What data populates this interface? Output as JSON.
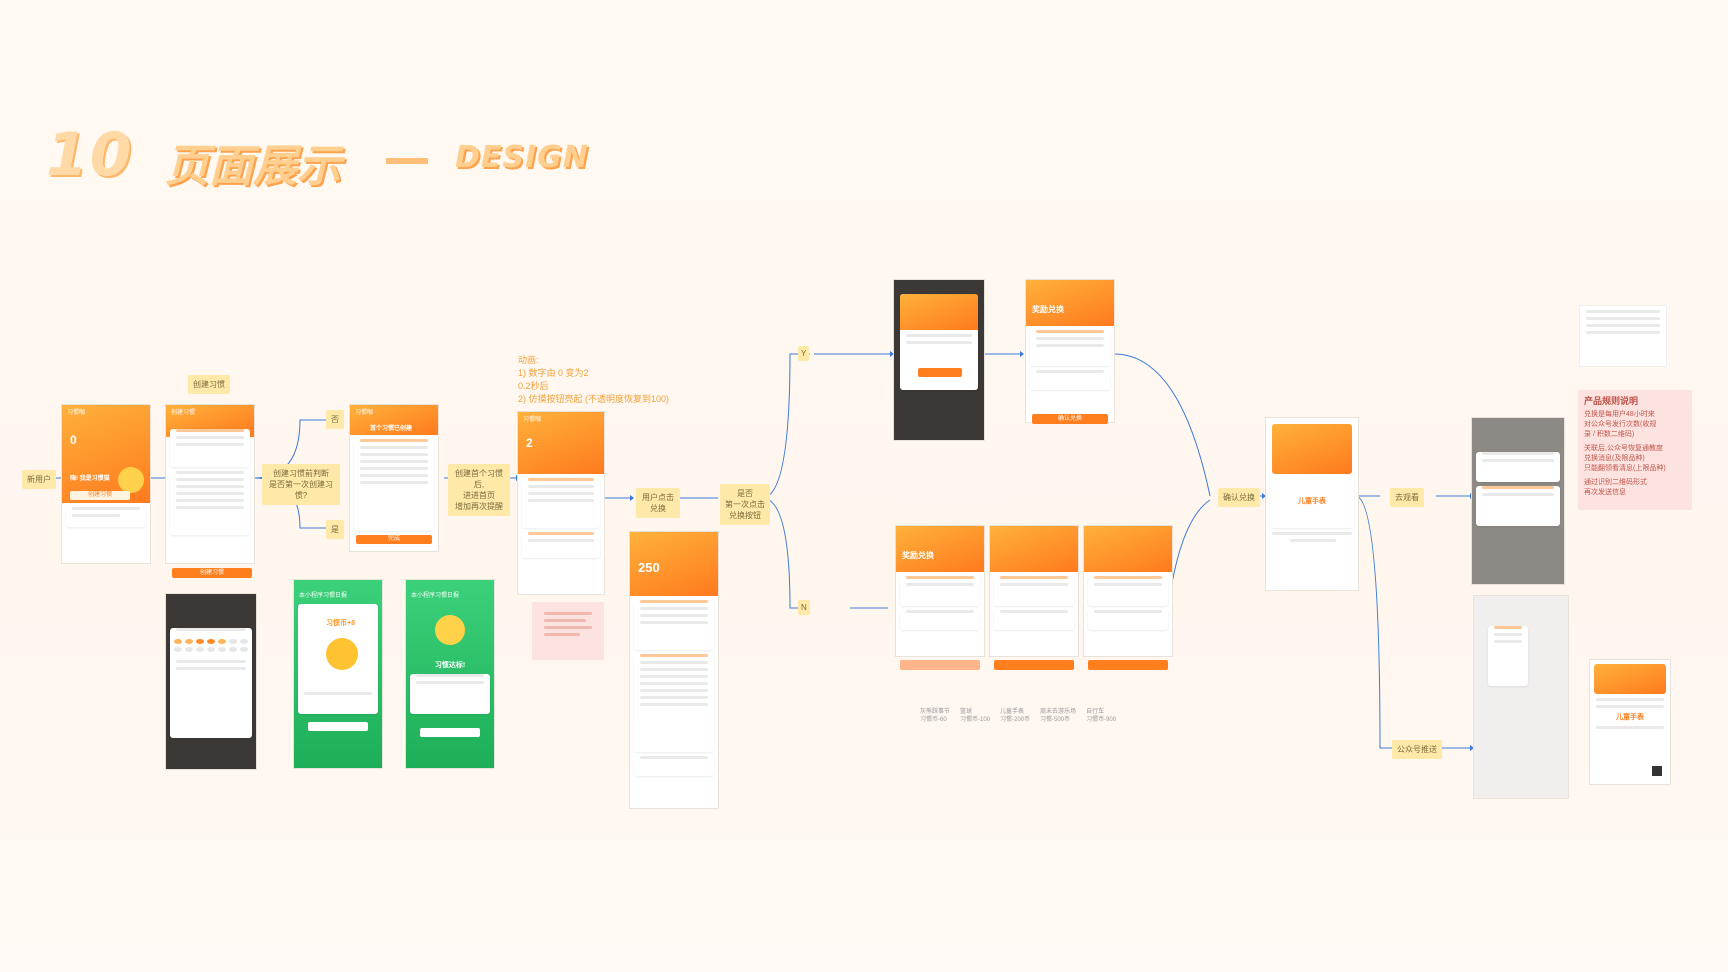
{
  "title": {
    "number": "10",
    "cn": "页面展示",
    "dash": "—",
    "en": "DESIGN"
  },
  "notes": {
    "new_user": "新用户",
    "create_habit": "创建习惯",
    "judge_first": "创建习惯前判断\n是否第一次创建习惯?",
    "yes": "否",
    "no": "是",
    "after_create": "创建首个习惯后,\n进进首页\n增加再次提醒",
    "user_click": "用户点击\n兑换",
    "first_click": "是否\n第一次点击\n兑换按钮",
    "Y": "Y",
    "N": "N",
    "confirm": "确认兑换",
    "watch": "去观看",
    "public_push": "公众号推送"
  },
  "animation": {
    "title": "动画:",
    "line1": "1) 数字由 0 变为2",
    "line2": "0.2秒后",
    "line3": "2) 仿摸按钮亮起 (不透明度恢复到100)"
  },
  "rules": {
    "title": "产品规则说明",
    "p1": "兑换是每用户48小时来",
    "p2": "对公众号发行次数(收规",
    "p3": "录 / 积数二维码)",
    "p4": "关联后,公众号恢复通教度",
    "p5": "兑换消息(及限品种)",
    "p6": "只能翻领看清息(上限品种)",
    "p7": "通过识别二维码形式",
    "p8": "再次发送信息"
  },
  "screens": {
    "s1": {
      "title": "习惯咖",
      "count": "0",
      "banner": "嗨! 我是习惯猫",
      "cta": "创建习惯"
    },
    "s2": {
      "title": "创建习惯",
      "cta": "创建习惯"
    },
    "s3": {
      "title": "习惯咖",
      "header": "首个习惯已创建",
      "cta": "完成"
    },
    "s4": {
      "title": "习惯咖",
      "count": "2"
    },
    "s5": {
      "title": "习惯咖",
      "count": "250"
    },
    "s6": {
      "title": "本小程序习惯日报",
      "reward": "习惯币+8"
    },
    "s7": {
      "title": "本小程序习惯日报",
      "done": "习惯达标!"
    },
    "reward_top": {
      "title": "奖励兑换",
      "cta": "确认兑换"
    },
    "reward_row": {
      "title": "奖励兑换"
    },
    "confirm": {
      "title": "兑换",
      "gift": "儿童手表"
    },
    "public": {
      "gift": "儿童手表"
    }
  },
  "prizes": [
    {
      "name": "灰熊踩事节",
      "cost": "习惯币-60"
    },
    {
      "name": "篮球",
      "cost": "习惯币-100"
    },
    {
      "name": "儿童手表",
      "cost": "习惯-200币"
    },
    {
      "name": "周末去游乐场",
      "cost": "习惯-500币"
    },
    {
      "name": "自行车",
      "cost": "习惯币-900"
    }
  ],
  "colors": {
    "orange": "#ff7f1f",
    "green": "#1eae58",
    "note": "#ffe9a8",
    "line": "#3b7bd8"
  }
}
